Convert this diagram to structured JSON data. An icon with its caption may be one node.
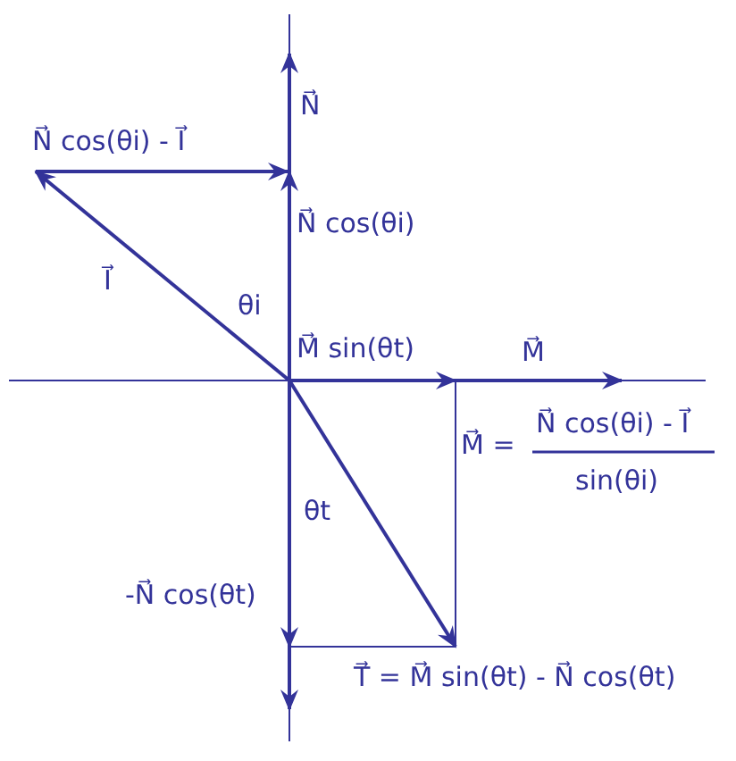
{
  "diagram": {
    "labels": [
      "N⃗",
      "N⃗ cos(θi) - I⃗",
      "N⃗ cos(θi)",
      "I⃗",
      "θi",
      "M⃗ sin(θt)",
      "M⃗",
      "M⃗ =",
      "N⃗ cos(θi) - I⃗",
      "sin(θi)",
      "θt",
      "-N⃗ cos(θt)",
      "T⃗ = M⃗ sin(θt) - N⃗ cos(θt)"
    ]
  }
}
